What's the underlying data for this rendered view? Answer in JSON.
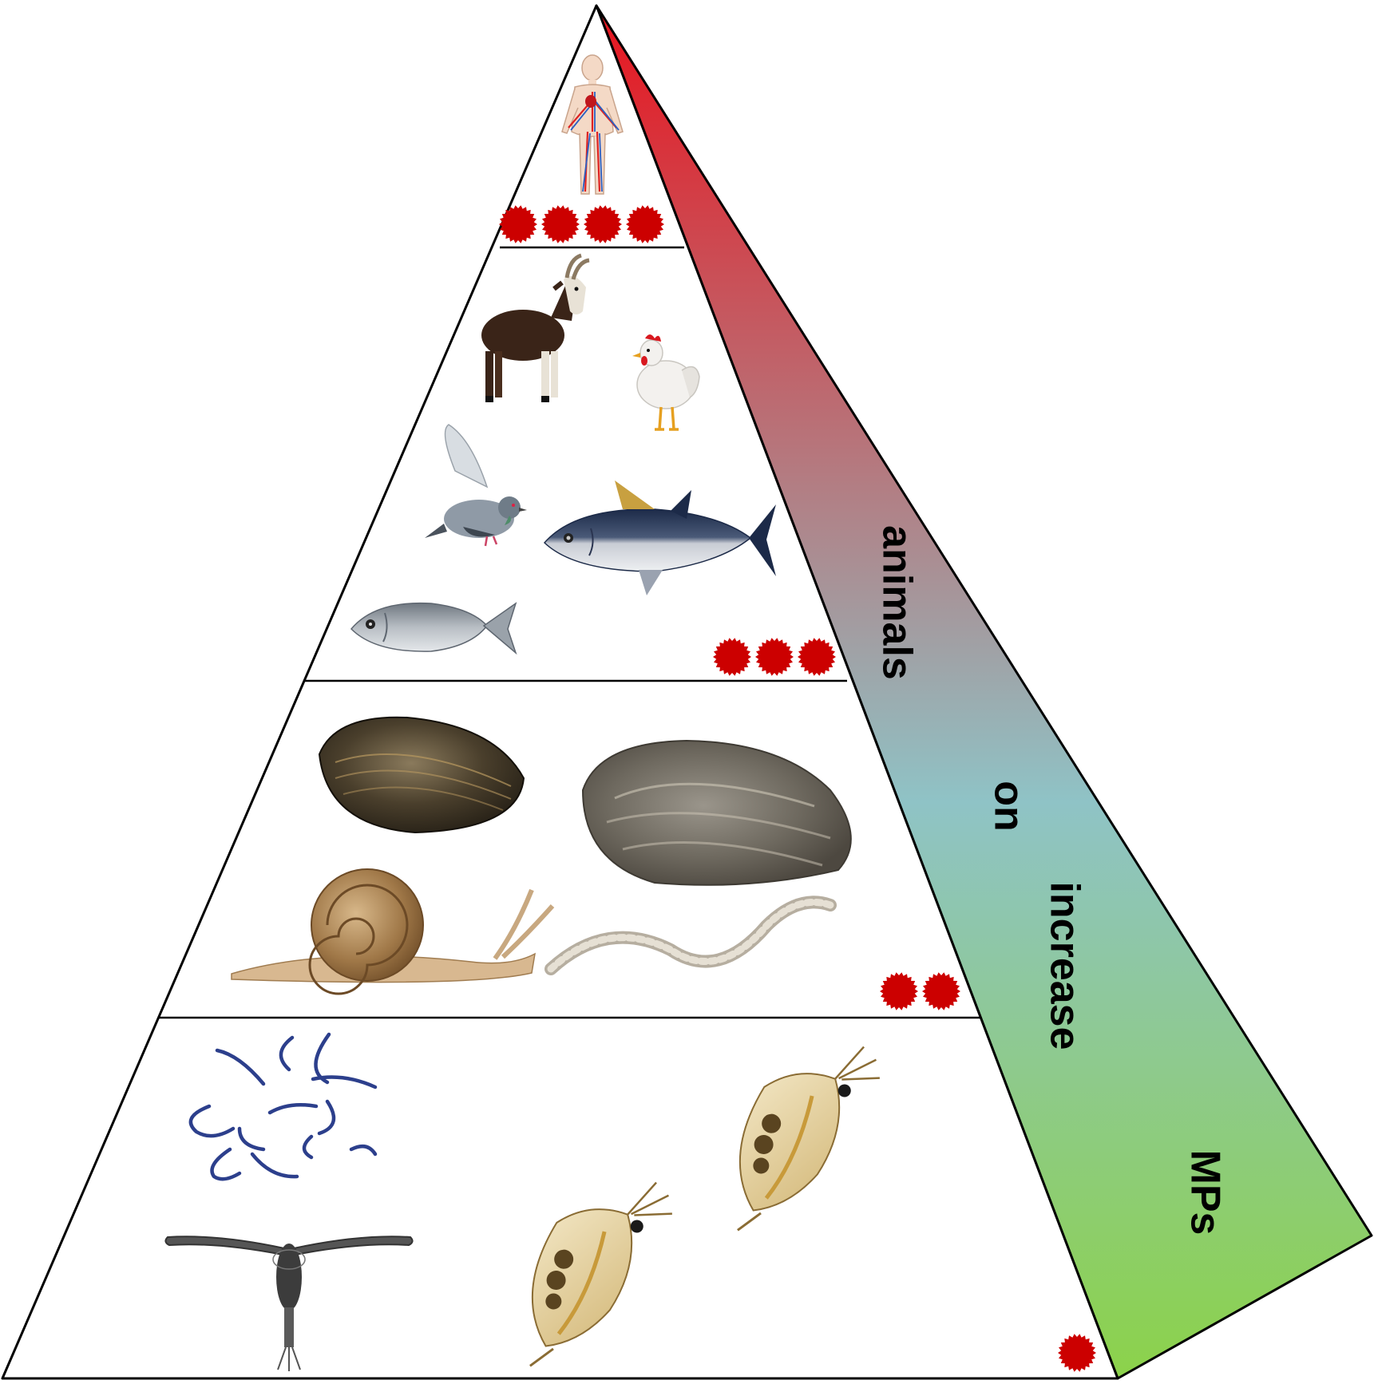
{
  "gradient_label": {
    "words": [
      "MPs",
      "increase",
      "on",
      "animals"
    ],
    "color_top": "#e8141e",
    "color_middle": "#8fc3c6",
    "color_bottom": "#8cd24a"
  },
  "particle_color": "#cc0000",
  "tiers": [
    {
      "level": "top",
      "organisms": [
        "human circulatory system"
      ],
      "mp_marker_count": 4
    },
    {
      "level": "upper",
      "organisms": [
        "goat",
        "chicken",
        "pigeon",
        "tuna",
        "sea bream"
      ],
      "mp_marker_count": 3
    },
    {
      "level": "middle",
      "organisms": [
        "mussel",
        "oyster",
        "snail",
        "earthworm"
      ],
      "mp_marker_count": 2
    },
    {
      "level": "base",
      "organisms": [
        "nematodes",
        "copepod",
        "daphnia",
        "daphnia"
      ],
      "mp_marker_count": 1
    }
  ]
}
